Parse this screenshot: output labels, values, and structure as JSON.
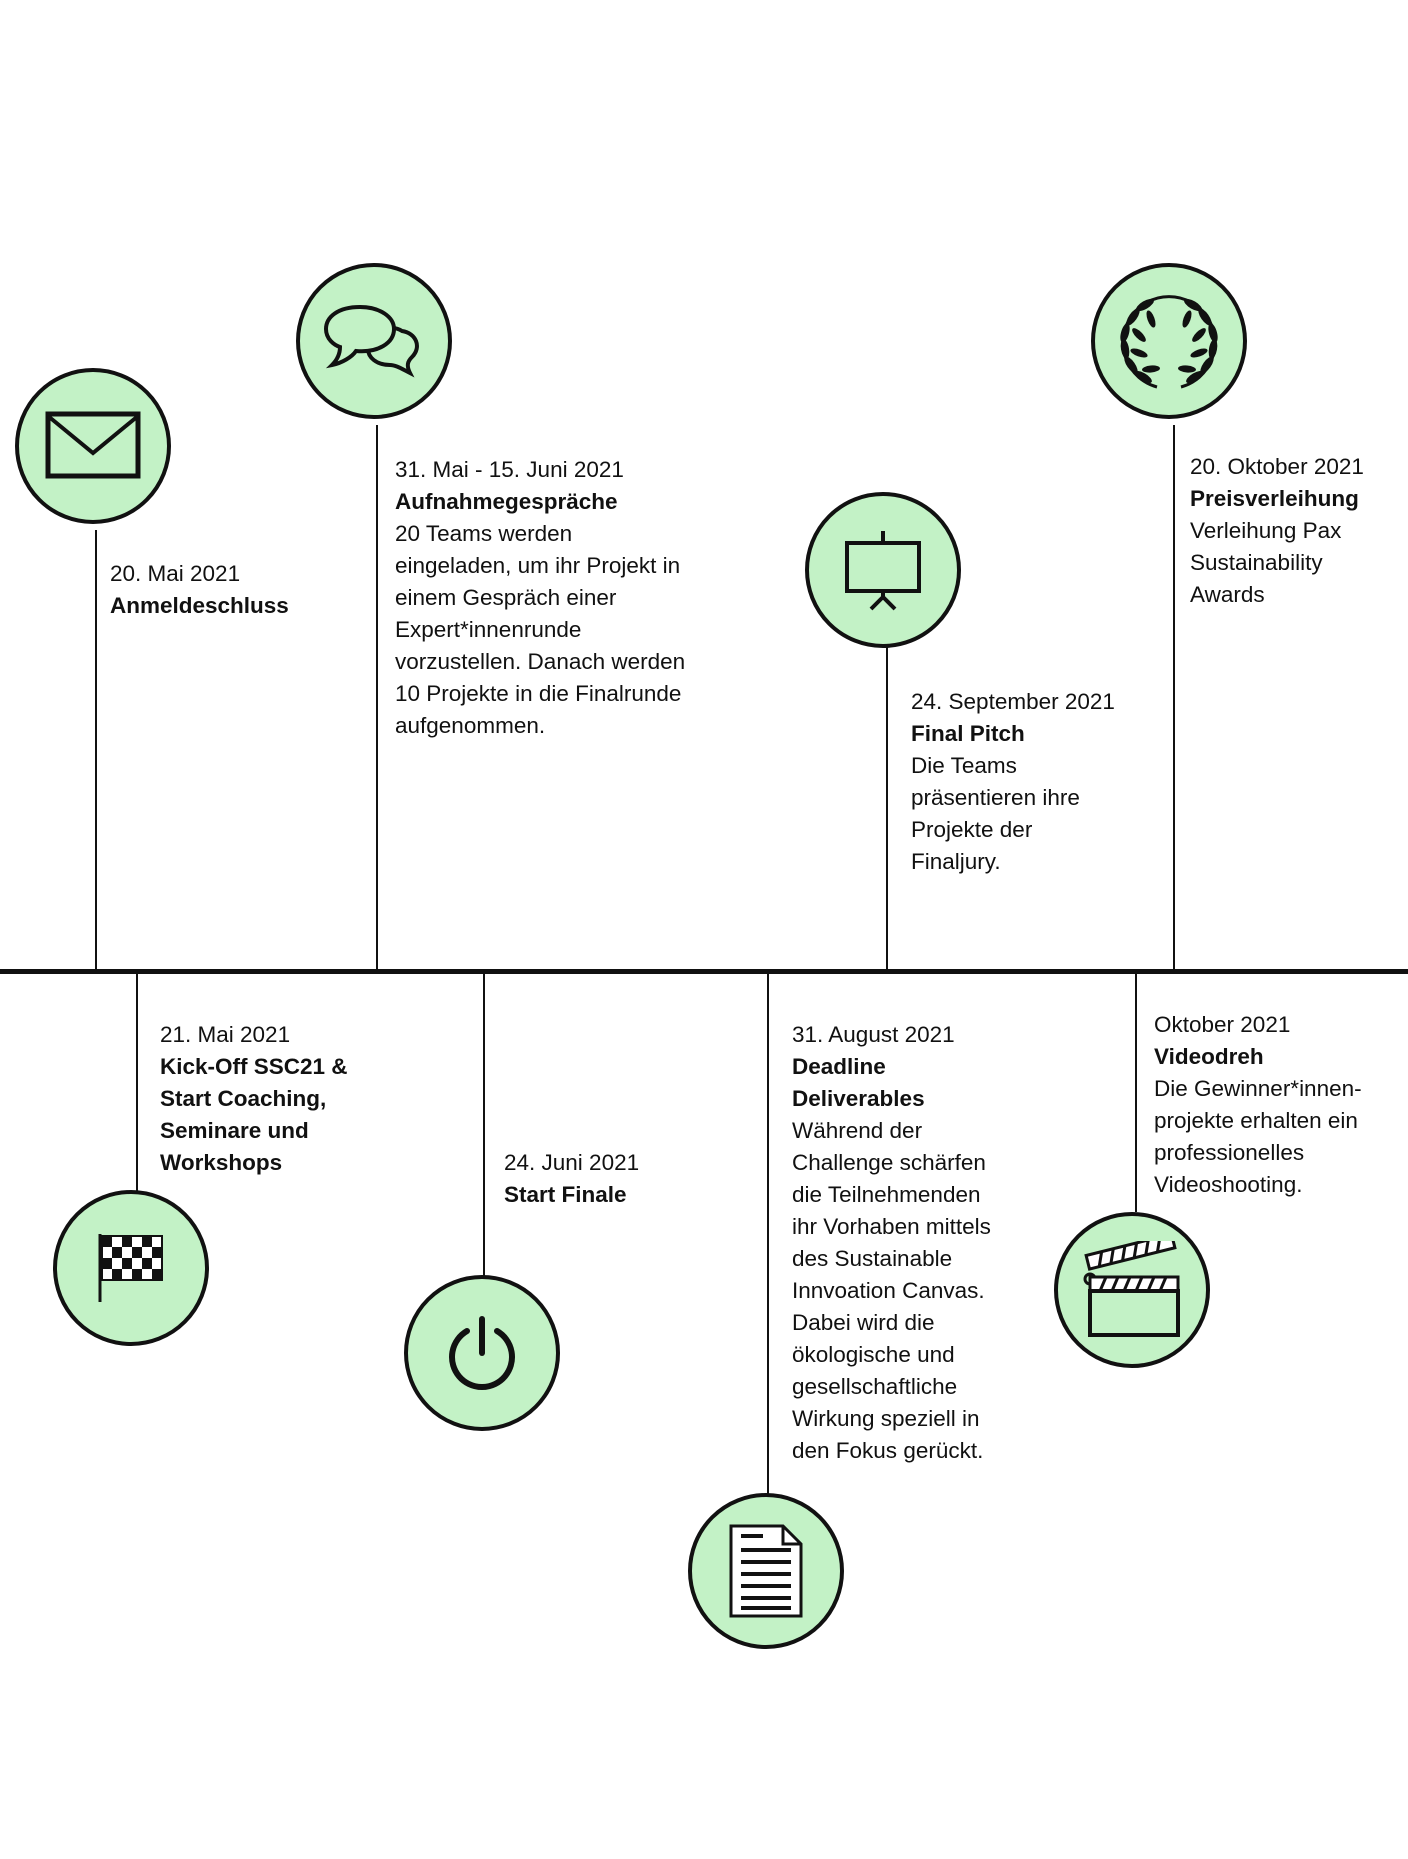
{
  "accent_fill": "#c3f2c6",
  "line_color": "#111111",
  "events": {
    "e1": {
      "icon": "envelope-icon",
      "date": "20. Mai 2021",
      "title": "Anmeldeschluss",
      "desc": ""
    },
    "e2": {
      "icon": "speech-bubbles-icon",
      "date": "31. Mai - 15. Juni 2021",
      "title": "Aufnahmegespräche",
      "desc": "20 Teams werden\neingeladen, um ihr Projekt in\neinem Gespräch einer\nExpert*innenrunde\nvorzustellen. Danach werden\n10 Projekte in die Finalrunde\naufgenommen."
    },
    "e3": {
      "icon": "presentation-board-icon",
      "date": "24. September 2021",
      "title": "Final Pitch",
      "desc": "Die Teams\npräsentieren ihre\nProjekte der\nFinaljury."
    },
    "e4": {
      "icon": "laurel-wreath-icon",
      "date": "20. Oktober 2021",
      "title": "Preisverleihung",
      "desc": "Verleihung Pax\nSustainability\nAwards"
    },
    "e5": {
      "icon": "checkered-flag-icon",
      "date": "21. Mai 2021",
      "title": "Kick-Off SSC21 &\nStart Coaching,\nSeminare und\nWorkshops",
      "desc": ""
    },
    "e6": {
      "icon": "power-icon",
      "date": "24. Juni 2021",
      "title": "Start Finale",
      "desc": ""
    },
    "e7": {
      "icon": "document-icon",
      "date": "31. August 2021",
      "title": "Deadline\nDeliverables",
      "desc": "Während der\nChallenge schärfen\ndie Teilnehmenden\nihr Vorhaben mittels\ndes Sustainable\nInnvoation Canvas.\nDabei wird die\nökologische und\ngesellschaftliche\nWirkung speziell in\nden Fokus gerückt."
    },
    "e8": {
      "icon": "clapperboard-icon",
      "date": "Oktober 2021",
      "title": "Videodreh",
      "desc": "Die Gewinner*innen-\nprojekte erhalten ein\nprofessionelles\nVideoshooting."
    }
  }
}
